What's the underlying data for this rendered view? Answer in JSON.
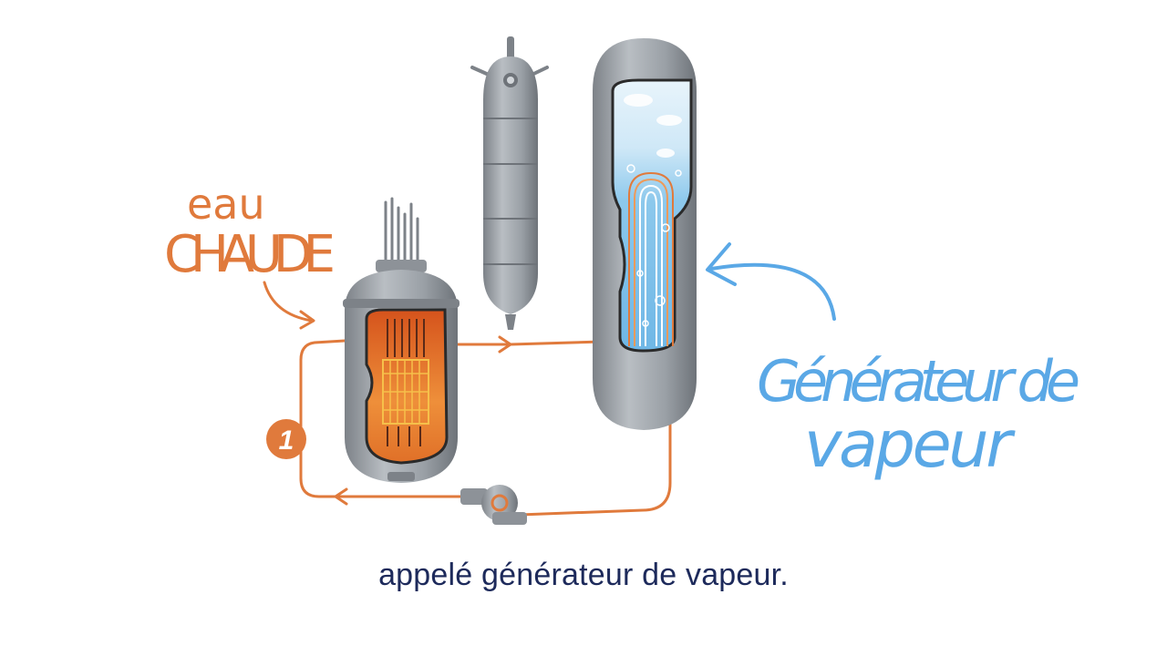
{
  "labels": {
    "hot_water_line1": "eau",
    "hot_water_line2": "CHAUDE",
    "steam_gen_line1": "Générateur de",
    "steam_gen_line2": "vapeur",
    "circuit_number": "1"
  },
  "subtitle": "appelé générateur de vapeur.",
  "colors": {
    "pipe": "#e07a3c",
    "label_hot": "#e07a3c",
    "label_steam": "#5aa8e6",
    "subtitle": "#1d2a5b",
    "vessel_metal": "#9aa0a6"
  }
}
